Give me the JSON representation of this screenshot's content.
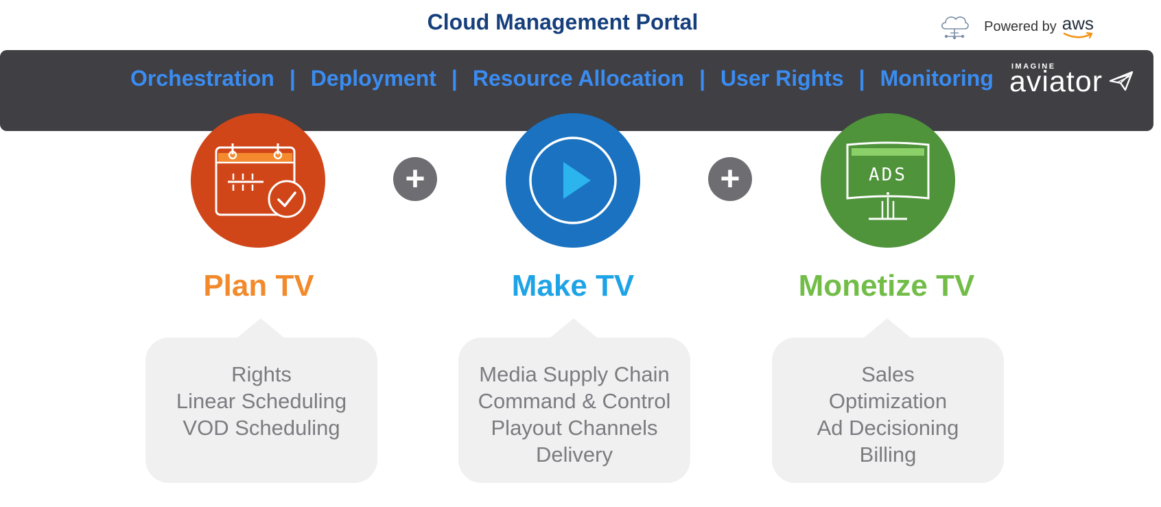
{
  "header": {
    "title": "Cloud Management Portal",
    "powered_by_label": "Powered by",
    "powered_by_brand": "aws",
    "cloud_icon": "cloud-network-icon"
  },
  "nav": {
    "items": [
      "Orchestration",
      "Deployment",
      "Resource Allocation",
      "User Rights",
      "Monitoring"
    ],
    "separator": "|"
  },
  "logo": {
    "top_text": "IMAGINE",
    "main_text": "aviator",
    "icon": "paper-plane-icon"
  },
  "pillars": [
    {
      "title": "Plan TV",
      "icon": "calendar-check-icon",
      "color": "#d04619",
      "title_color": "#f28a2c",
      "items": [
        "Rights",
        "Linear Scheduling",
        "VOD Scheduling"
      ]
    },
    {
      "title": "Make TV",
      "icon": "play-icon",
      "color": "#1a72c0",
      "title_color": "#1ea4e6",
      "items": [
        "Media Supply Chain",
        "Command & Control",
        "Playout Channels",
        "Delivery"
      ]
    },
    {
      "title": "Monetize TV",
      "icon": "ads-display-icon",
      "color": "#4f933b",
      "title_color": "#72bc48",
      "icon_text": "ADS",
      "items": [
        "Sales",
        "Optimization",
        "Ad Decisioning",
        "Billing"
      ]
    }
  ],
  "plus_symbol": "+",
  "colors": {
    "title": "#163f7c",
    "band": "#3f3f44",
    "nav": "#3b8cf0",
    "bubble": "#f0f0f0",
    "bubble_text": "#7b7b80",
    "plus": "#6e6e72"
  }
}
